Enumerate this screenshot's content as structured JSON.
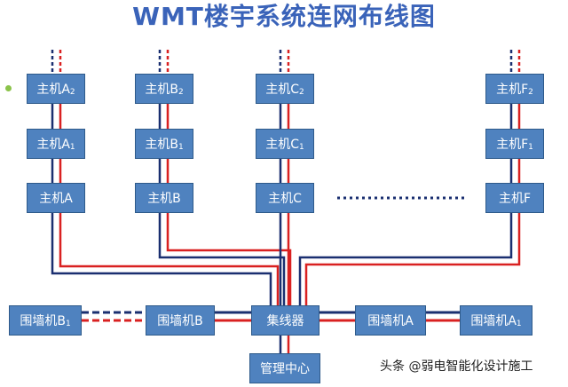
{
  "title": "WMT楼宇系统连网布线图",
  "colors": {
    "node_fill": "#4f82bf",
    "wire_red": "#d92121",
    "wire_navy": "#1a2f70",
    "title": "#3a63b9"
  },
  "hosts": {
    "a2": {
      "base": "主机A",
      "sub": "2"
    },
    "b2": {
      "base": "主机B",
      "sub": "2"
    },
    "c2": {
      "base": "主机C",
      "sub": "2"
    },
    "f2": {
      "base": "主机F",
      "sub": "2"
    },
    "a1": {
      "base": "主机A",
      "sub": "1"
    },
    "b1": {
      "base": "主机B",
      "sub": "1"
    },
    "c1": {
      "base": "主机C",
      "sub": "1"
    },
    "f1": {
      "base": "主机F",
      "sub": "1"
    },
    "a": "主机A",
    "b": "主机B",
    "c": "主机C",
    "f": "主机F"
  },
  "walls": {
    "b1": {
      "base": "围墙机B",
      "sub": "1"
    },
    "b": "围墙机B",
    "a": "围墙机A",
    "a1": {
      "base": "围墙机A",
      "sub": "1"
    }
  },
  "hub": "集线器",
  "center": "管理中心",
  "watermark": "头条 @弱电智能化设计施工"
}
